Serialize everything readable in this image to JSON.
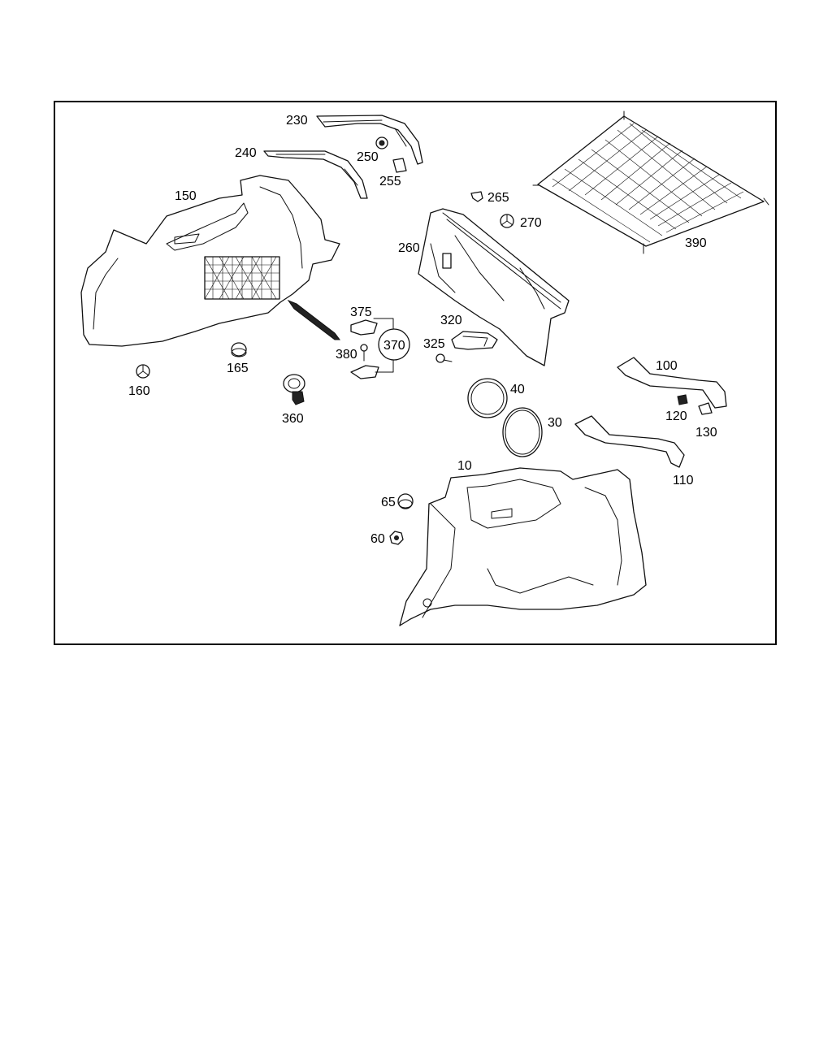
{
  "diagram": {
    "callouts": [
      {
        "id": "c230",
        "text": "230"
      },
      {
        "id": "c240",
        "text": "240"
      },
      {
        "id": "c250",
        "text": "250"
      },
      {
        "id": "c255",
        "text": "255"
      },
      {
        "id": "c150",
        "text": "150"
      },
      {
        "id": "c265",
        "text": "265"
      },
      {
        "id": "c270",
        "text": "270"
      },
      {
        "id": "c260",
        "text": "260"
      },
      {
        "id": "c390",
        "text": "390"
      },
      {
        "id": "c375",
        "text": "375"
      },
      {
        "id": "c370",
        "text": "370"
      },
      {
        "id": "c380",
        "text": "380"
      },
      {
        "id": "c320",
        "text": "320"
      },
      {
        "id": "c325",
        "text": "325"
      },
      {
        "id": "c160",
        "text": "160"
      },
      {
        "id": "c165",
        "text": "165"
      },
      {
        "id": "c360",
        "text": "360"
      },
      {
        "id": "c100",
        "text": "100"
      },
      {
        "id": "c120",
        "text": "120"
      },
      {
        "id": "c130",
        "text": "130"
      },
      {
        "id": "c40",
        "text": "40"
      },
      {
        "id": "c30",
        "text": "30"
      },
      {
        "id": "c110",
        "text": "110"
      },
      {
        "id": "c10",
        "text": "10"
      },
      {
        "id": "c65",
        "text": "65"
      },
      {
        "id": "c60",
        "text": "60"
      }
    ]
  }
}
